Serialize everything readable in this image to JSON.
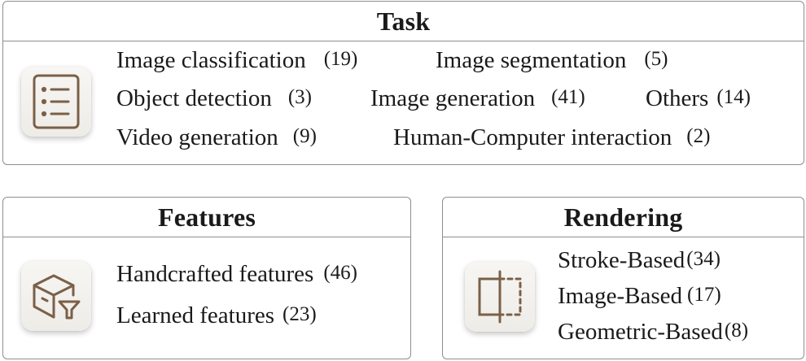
{
  "colors": {
    "icon_stroke": "#7a6048",
    "border": "#8e8e8e",
    "tile_bg": "#f3f2ee"
  },
  "task": {
    "title": "Task",
    "icon": "list-icon",
    "items": [
      {
        "label": "Image classification",
        "count": "(19)"
      },
      {
        "label": "Image segmentation",
        "count": "(5)"
      },
      {
        "label": "Object detection",
        "count": "(3)"
      },
      {
        "label": "Image generation",
        "count": "(41)"
      },
      {
        "label": "Others",
        "count": "(14)"
      },
      {
        "label": "Video generation",
        "count": "(9)"
      },
      {
        "label": "Human-Computer interaction",
        "count": "(2)"
      }
    ]
  },
  "features": {
    "title": "Features",
    "icon": "box-funnel-icon",
    "items": [
      {
        "label": "Handcrafted features",
        "count": "(46)"
      },
      {
        "label": "Learned features",
        "count": "(23)"
      }
    ]
  },
  "rendering": {
    "title": "Rendering",
    "icon": "split-frame-icon",
    "items": [
      {
        "label": "Stroke-Based",
        "count": "(34)"
      },
      {
        "label": "Image-Based",
        "count": "(17)"
      },
      {
        "label": "Geometric-Based",
        "count": "(8)"
      }
    ]
  }
}
